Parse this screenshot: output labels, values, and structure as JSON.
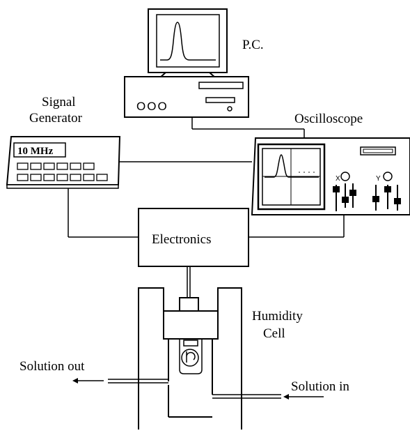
{
  "labels": {
    "pc": "P.C.",
    "signal_generator_line1": "Signal",
    "signal_generator_line2": "Generator",
    "oscilloscope": "Oscilloscope",
    "electronics": "Electronics",
    "humidity_line1": "Humidity",
    "humidity_line2": "Cell",
    "solution_out": "Solution out",
    "solution_in": "Solution in",
    "frequency_display": "10 MHz",
    "pc_panel_text": "OOO",
    "scope_x_label": "X",
    "scope_y_label": "Y"
  }
}
